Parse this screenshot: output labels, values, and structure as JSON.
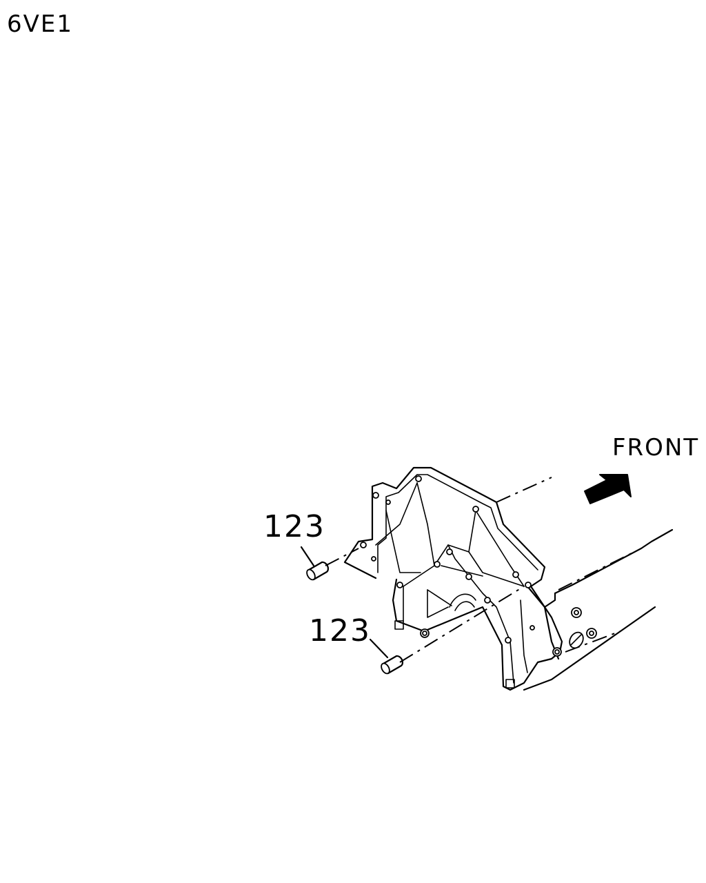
{
  "diagram": {
    "model_code": "6VE1",
    "direction_label": "FRONT",
    "callouts": [
      {
        "part_number": "123"
      },
      {
        "part_number": "123"
      }
    ],
    "icons": [
      "front-arrow-icon",
      "dowel-pin-icon"
    ],
    "colors": {
      "line": "#000000",
      "background": "#ffffff"
    }
  }
}
